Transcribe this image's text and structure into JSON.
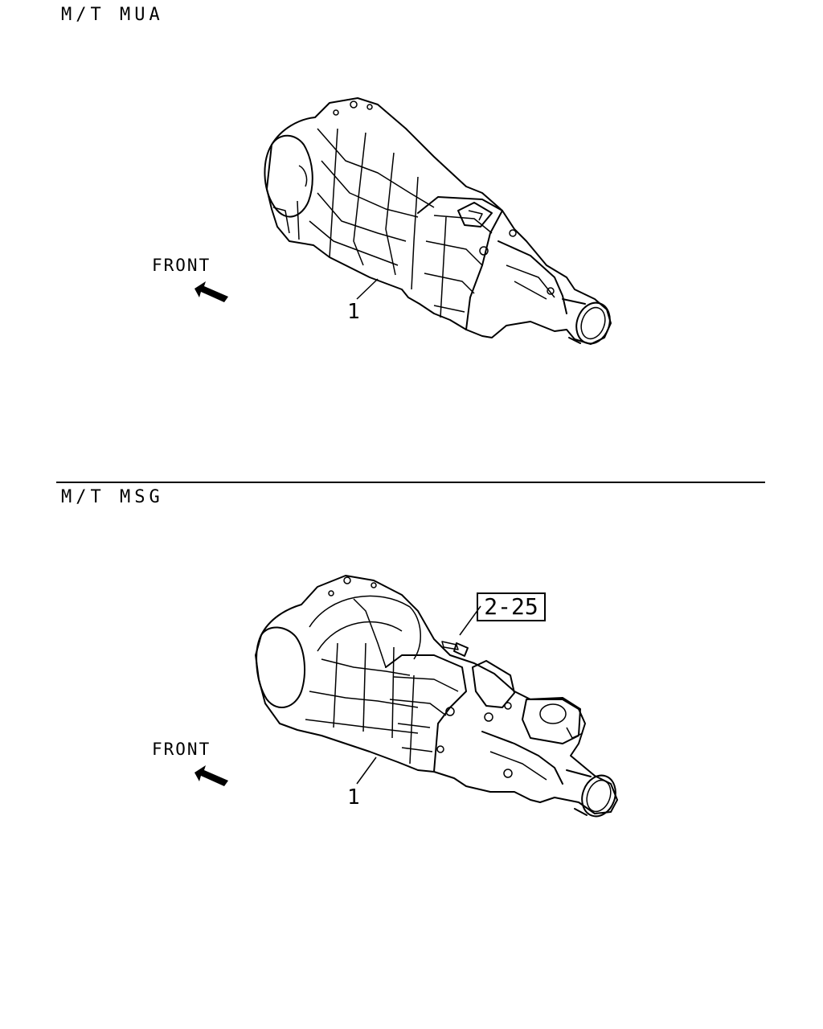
{
  "sections": [
    {
      "title": "M/T MUA",
      "front_label": "FRONT",
      "callouts": [
        "1"
      ]
    },
    {
      "title": "M/T MSG",
      "front_label": "FRONT",
      "callouts": [
        "1"
      ],
      "reference_box": "2-25"
    }
  ],
  "icons": [
    "front-arrow-icon",
    "front-arrow-icon"
  ]
}
